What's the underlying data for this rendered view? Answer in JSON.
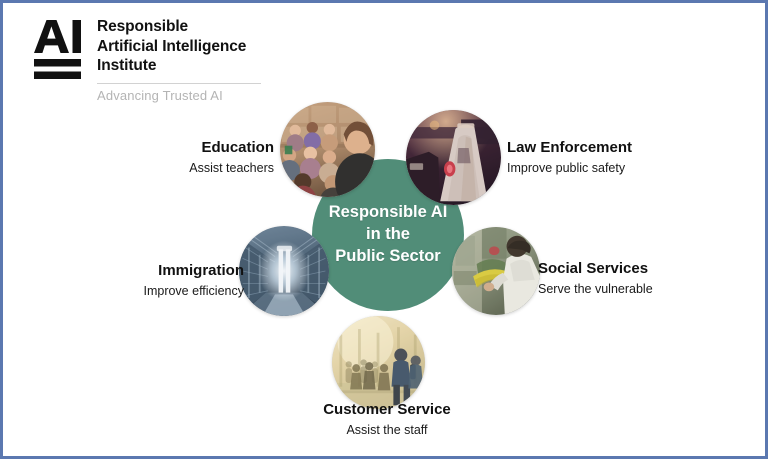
{
  "frame": {
    "border_color": "#5b78b0",
    "background": "#ffffff"
  },
  "logo": {
    "mark_text": "AI",
    "mark_name": "rai-institute-logo",
    "title": "Responsible\nArtificial Intelligence\nInstitute",
    "tagline": "Advancing Trusted AI"
  },
  "diagram": {
    "center": {
      "text": "Responsible AI\nin the\nPublic Sector",
      "fill_color": "#518d78",
      "text_color": "#ffffff"
    },
    "nodes": [
      {
        "key": "education",
        "title": "Education",
        "subtitle": "Assist teachers",
        "image_name": "classroom-students-photo",
        "image_alt": "Students seated in a classroom lecture hall"
      },
      {
        "key": "law-enforcement",
        "title": "Law Enforcement",
        "subtitle": "Improve public safety",
        "image_name": "police-car-night-photo",
        "image_alt": "Police vehicle at night with emergency lights"
      },
      {
        "key": "social-services",
        "title": "Social Services",
        "subtitle": "Serve the vulnerable",
        "image_name": "caregiver-assisting-photo",
        "image_alt": "Worker in white coat assisting a person"
      },
      {
        "key": "customer-service",
        "title": "Customer Service",
        "subtitle": "Assist the staff",
        "image_name": "pedestrians-crosswalk-photo",
        "image_alt": "People walking on a street in warm sunlight"
      },
      {
        "key": "immigration",
        "title": "Immigration",
        "subtitle": "Improve efficiency",
        "image_name": "airport-corridor-photo",
        "image_alt": "Bright blue-toned corridor with lights"
      }
    ]
  }
}
